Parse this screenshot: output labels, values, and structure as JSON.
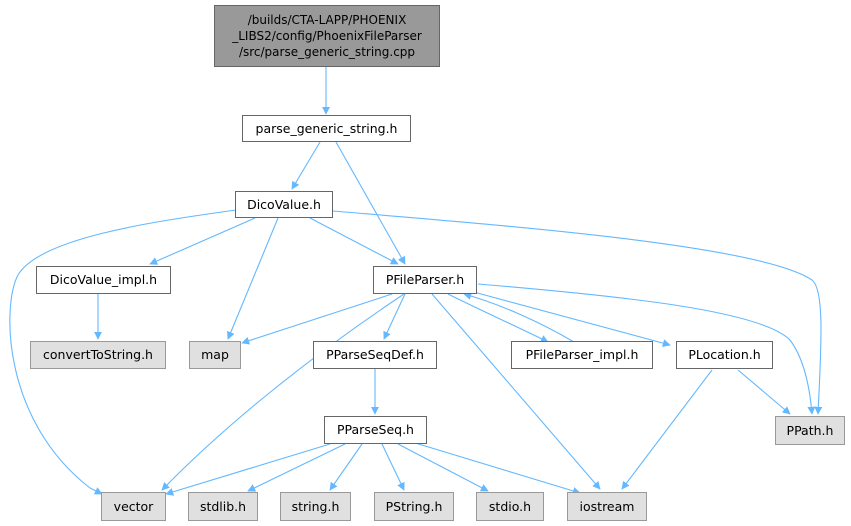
{
  "diagram": {
    "edge_color": "#63b8ff",
    "root": {
      "lines": [
        "/builds/CTA-LAPP/PHOENIX",
        "_LIBS2/config/PhoenixFileParser",
        "/src/parse_generic_string.cpp"
      ]
    },
    "nodes": {
      "parse_generic_string": "parse_generic_string.h",
      "dicovalue": "DicoValue.h",
      "dicovalue_impl": "DicoValue_impl.h",
      "pfileparser": "PFileParser.h",
      "converttostring": "convertToString.h",
      "map": "map",
      "pparseseqdef": "PParseSeqDef.h",
      "pfileparser_impl": "PFileParser_impl.h",
      "plocation": "PLocation.h",
      "ppath": "PPath.h",
      "pparseseq": "PParseSeq.h",
      "vector": "vector",
      "stdlib": "stdlib.h",
      "string": "string.h",
      "pstring": "PString.h",
      "stdio": "stdio.h",
      "iostream": "iostream"
    }
  }
}
